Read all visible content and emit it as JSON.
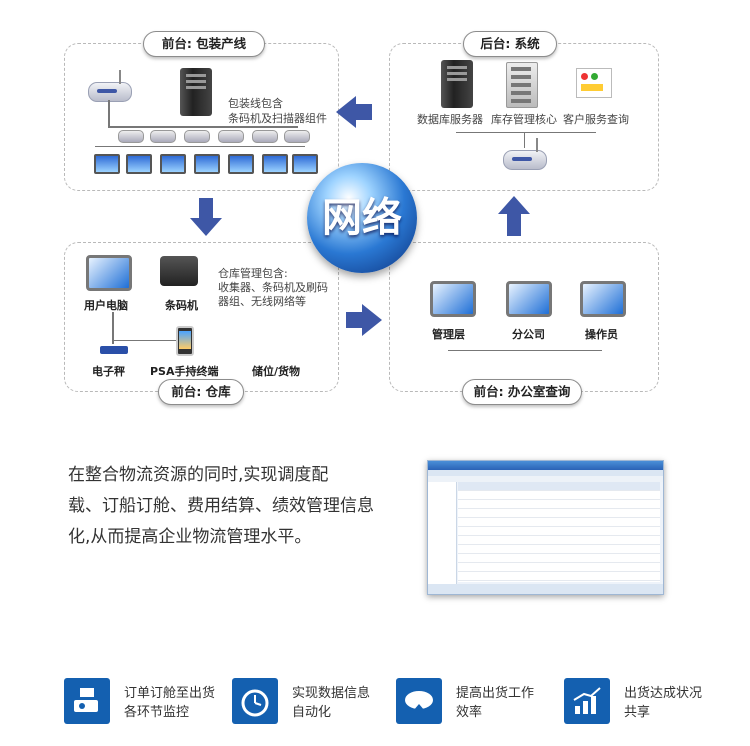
{
  "panels": {
    "packing": {
      "title": "前台: 包装产线",
      "desc_line1": "包装线包含",
      "desc_line2": "条码机及扫描器组件"
    },
    "backend": {
      "title": "后台: 系统",
      "items": [
        "数据库服务器",
        "库存管理核心",
        "客户服务查询"
      ]
    },
    "warehouse": {
      "title": "前台: 仓库",
      "devices": [
        "用户电脑",
        "条码机",
        "电子秤",
        "PSA手持终端",
        "储位/货物"
      ],
      "desc": [
        "仓库管理包含:",
        "收集器、条码机及刷码",
        "器组、无线网络等"
      ]
    },
    "office": {
      "title": "前台: 办公室查询",
      "items": [
        "管理层",
        "分公司",
        "操作员"
      ]
    }
  },
  "globe_label": "网络",
  "paragraph": [
    "在整合物流资源的同时,实现调度配",
    "载、订船订舱、费用结算、绩效管理信息",
    "化,从而提高企业物流管理水平。"
  ],
  "features": [
    {
      "icon": "camera-monitor-icon",
      "line1": "订单订舱至出货",
      "line2": "各环节监控"
    },
    {
      "icon": "alarm-clock-icon",
      "line1": "实现数据信息",
      "line2": "自动化"
    },
    {
      "icon": "cloud-upload-icon",
      "line1": "提高出货工作",
      "line2": "效率"
    },
    {
      "icon": "growth-chart-icon",
      "line1": "出货达成状况",
      "line2": "共享"
    }
  ],
  "colors": {
    "accent_blue": "#1460b0",
    "arrow": "#3e57a6"
  }
}
